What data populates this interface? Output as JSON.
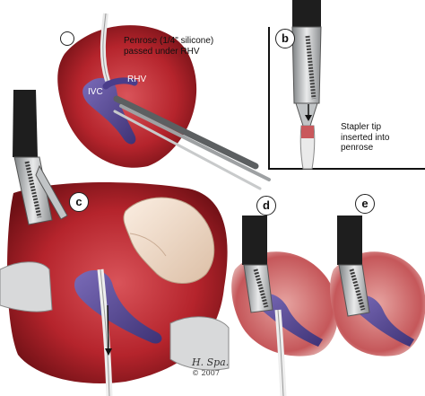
{
  "panel_labels": {
    "a": "",
    "b": "b",
    "c": "c",
    "d": "d",
    "e": "e"
  },
  "annotations": {
    "penrose_line1": "Penrose (1/4\" silicone)",
    "penrose_line2": "passed under RHV",
    "rhv": "RHV",
    "ivc": "IVC",
    "stapler_line1": "Stapler tip",
    "stapler_line2": "inserted into",
    "stapler_line3": "penrose"
  },
  "signature": "H. Spa.",
  "signature_year": "© 2007",
  "colors": {
    "tissue": "#b5242c",
    "tissue_dark": "#7a1418",
    "vessel": "#5b4b9a",
    "skin": "#f1d9c4",
    "instrument": "#c9cbcc",
    "instrument_dark": "#2a2a2a"
  }
}
